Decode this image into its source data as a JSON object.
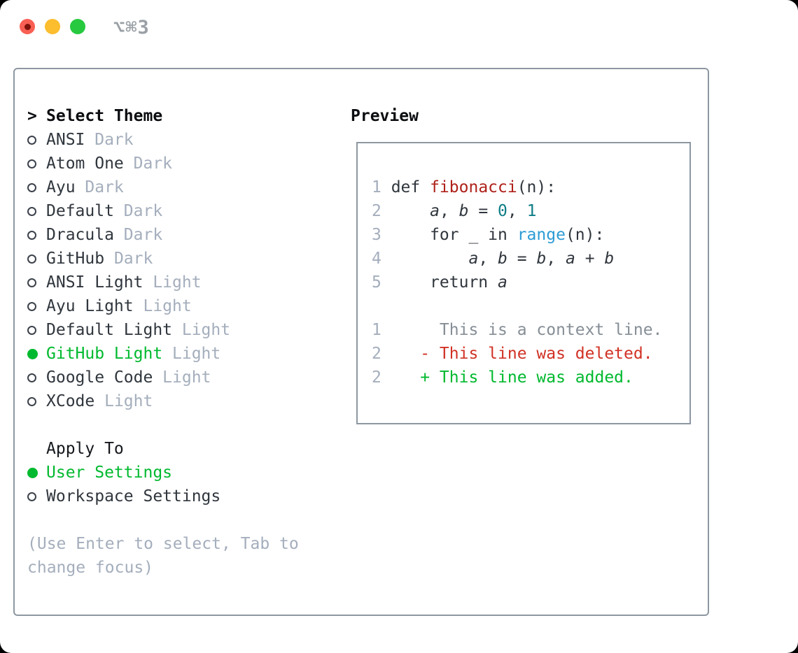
{
  "window": {
    "title_shortcut": "⌥⌘3",
    "traffic_lights": [
      "close",
      "minimize",
      "zoom"
    ]
  },
  "theme_panel": {
    "header": {
      "prefix": ">",
      "label": "Select Theme"
    },
    "themes": [
      {
        "name": "ANSI",
        "variant": "Dark",
        "selected": false
      },
      {
        "name": "Atom One",
        "variant": "Dark",
        "selected": false
      },
      {
        "name": "Ayu",
        "variant": "Dark",
        "selected": false
      },
      {
        "name": "Default",
        "variant": "Dark",
        "selected": false
      },
      {
        "name": "Dracula",
        "variant": "Dark",
        "selected": false
      },
      {
        "name": "GitHub",
        "variant": "Dark",
        "selected": false
      },
      {
        "name": "ANSI Light",
        "variant": "Light",
        "selected": false
      },
      {
        "name": "Ayu Light",
        "variant": "Light",
        "selected": false
      },
      {
        "name": "Default Light",
        "variant": "Light",
        "selected": false
      },
      {
        "name": "GitHub Light",
        "variant": "Light",
        "selected": true
      },
      {
        "name": "Google Code",
        "variant": "Light",
        "selected": false
      },
      {
        "name": "XCode",
        "variant": "Light",
        "selected": false
      }
    ],
    "apply_to": {
      "label": "Apply To",
      "options": [
        {
          "label": "User Settings",
          "selected": true
        },
        {
          "label": "Workspace Settings",
          "selected": false
        }
      ]
    },
    "hint_line1": "(Use Enter to select, Tab to",
    "hint_line2": "change focus)"
  },
  "preview": {
    "title": "Preview",
    "code_lines": [
      {
        "num": "1",
        "segments": [
          {
            "t": "def ",
            "c": "plain"
          },
          {
            "t": "fibonacci",
            "c": "func"
          },
          {
            "t": "(n):",
            "c": "plain"
          }
        ]
      },
      {
        "num": "2",
        "segments": [
          {
            "t": "    ",
            "c": "plain"
          },
          {
            "t": "a",
            "c": "var"
          },
          {
            "t": ", ",
            "c": "plain"
          },
          {
            "t": "b",
            "c": "var"
          },
          {
            "t": " = ",
            "c": "plain"
          },
          {
            "t": "0",
            "c": "number"
          },
          {
            "t": ", ",
            "c": "plain"
          },
          {
            "t": "1",
            "c": "number"
          }
        ]
      },
      {
        "num": "3",
        "segments": [
          {
            "t": "    for _ in ",
            "c": "plain"
          },
          {
            "t": "range",
            "c": "builtin"
          },
          {
            "t": "(n):",
            "c": "plain"
          }
        ]
      },
      {
        "num": "4",
        "segments": [
          {
            "t": "        ",
            "c": "plain"
          },
          {
            "t": "a",
            "c": "var"
          },
          {
            "t": ", ",
            "c": "plain"
          },
          {
            "t": "b",
            "c": "var"
          },
          {
            "t": " = ",
            "c": "plain"
          },
          {
            "t": "b",
            "c": "var"
          },
          {
            "t": ", ",
            "c": "plain"
          },
          {
            "t": "a",
            "c": "var"
          },
          {
            "t": " + ",
            "c": "plain"
          },
          {
            "t": "b",
            "c": "var"
          }
        ]
      },
      {
        "num": "5",
        "segments": [
          {
            "t": "    return ",
            "c": "plain"
          },
          {
            "t": "a",
            "c": "var"
          }
        ]
      },
      {
        "num": "",
        "segments": []
      },
      {
        "num": "1",
        "segments": [
          {
            "t": "     This is a context line.",
            "c": "context"
          }
        ]
      },
      {
        "num": "2",
        "segments": [
          {
            "t": "   - This line was deleted.",
            "c": "deleted"
          }
        ]
      },
      {
        "num": "2",
        "segments": [
          {
            "t": "   + This line was added.",
            "c": "added"
          }
        ]
      }
    ]
  },
  "colors": {
    "accent_green": "#00b92e",
    "deleted_red": "#d13225",
    "function_red": "#ae211a",
    "number_teal": "#0e7d87",
    "builtin_blue": "#2c9bd4",
    "text_dark": "#30363d",
    "muted_gray": "#a4aebc",
    "context_gray": "#868e96",
    "border_gray": "#8d97a2",
    "traffic_red": "#f95f53",
    "traffic_yellow": "#fcbd2e",
    "traffic_green": "#27c93f"
  }
}
